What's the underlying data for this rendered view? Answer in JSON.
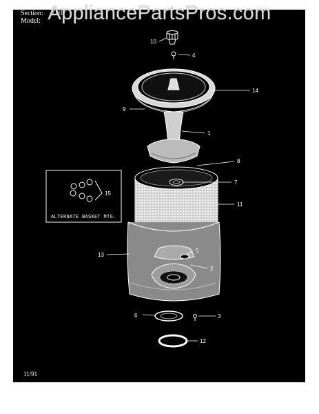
{
  "header": {
    "section_label": "Section:",
    "section_value": "TUB",
    "model_label": "Model:"
  },
  "watermark": "AppliancePartsPros.com",
  "inset_caption": "ALTERNATE BASKET MTG.",
  "callouts": [
    "10",
    "4",
    "14",
    "9",
    "1",
    "8",
    "7",
    "11",
    "15",
    "13",
    "5",
    "2",
    "6",
    "3",
    "12"
  ],
  "footer": {
    "date": "11/91"
  }
}
